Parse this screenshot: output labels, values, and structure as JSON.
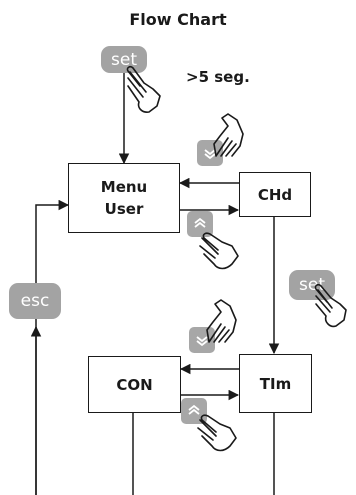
{
  "diagram": {
    "title": "Flow Chart",
    "press_time": ">5 seg.",
    "nodes": {
      "menu_user": [
        "Menu",
        "User"
      ],
      "chd": "CHd",
      "tim": "TIm",
      "con": "CON"
    },
    "buttons": {
      "set": "set",
      "esc": "esc"
    },
    "icons": [
      "hand-pointer-icon",
      "down-chevron-icon",
      "up-chevron-icon"
    ]
  }
}
